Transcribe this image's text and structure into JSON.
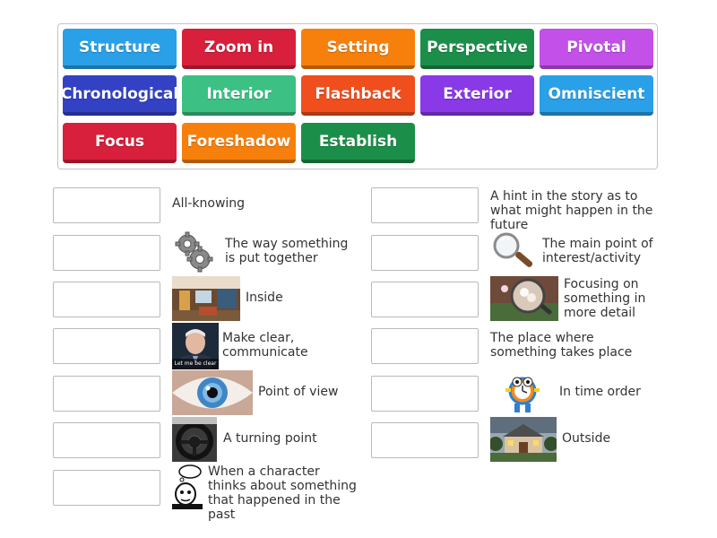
{
  "tiles": [
    {
      "label": "Structure",
      "color": "#2aa0e8"
    },
    {
      "label": "Zoom in",
      "color": "#d81f3b"
    },
    {
      "label": "Setting",
      "color": "#f7800d"
    },
    {
      "label": "Perspective",
      "color": "#1b8f49"
    },
    {
      "label": "Pivotal",
      "color": "#c350e8"
    },
    {
      "label": "Chronological",
      "color": "#3342c4"
    },
    {
      "label": "Interior",
      "color": "#3cc083"
    },
    {
      "label": "Flashback",
      "color": "#f04e1d"
    },
    {
      "label": "Exterior",
      "color": "#8a39e6"
    },
    {
      "label": "Omniscient",
      "color": "#2aa0e8"
    },
    {
      "label": "Focus",
      "color": "#d81f3b"
    },
    {
      "label": "Foreshadow",
      "color": "#f7800d"
    },
    {
      "label": "Establish",
      "color": "#1b8f49"
    }
  ],
  "left_clues": [
    {
      "text": "All-knowing",
      "image": "none"
    },
    {
      "text": "The way something is put together",
      "image": "gears-icon"
    },
    {
      "text": "Inside",
      "image": "interior-room-photo"
    },
    {
      "text": "Make clear, communicate",
      "image": "speaker-photo"
    },
    {
      "text": "Point of view",
      "image": "eye-photo"
    },
    {
      "text": "A turning point",
      "image": "steering-wheel-photo"
    },
    {
      "text": "When a character thinks about something that happened in the past",
      "image": "thinking-cartoon"
    }
  ],
  "right_clues": [
    {
      "text": "A hint in the story as to what might happen in the future",
      "image": "none"
    },
    {
      "text": "The main point of interest/activity",
      "image": "magnifier-icon"
    },
    {
      "text": "Focusing on something in more detail",
      "image": "magnifier-flower-photo"
    },
    {
      "text": "The place where something takes place",
      "image": "none"
    },
    {
      "text": "In time order",
      "image": "clock-robot-toy"
    },
    {
      "text": "Outside",
      "image": "house-exterior-photo"
    }
  ],
  "speaker_caption": "Let me be clear"
}
